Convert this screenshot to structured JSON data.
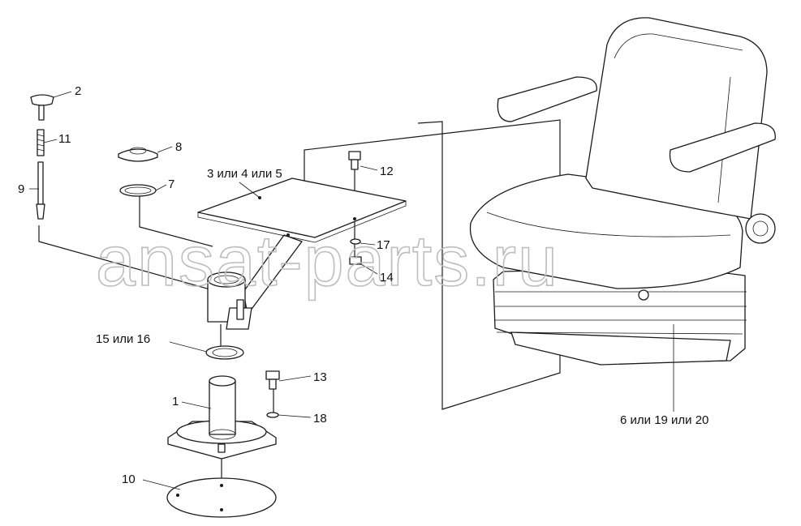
{
  "watermark": "ansat-parts.ru",
  "callouts": [
    {
      "id": "c1",
      "text": "1"
    },
    {
      "id": "c2",
      "text": "2"
    },
    {
      "id": "c3",
      "text": "3 или 4 или 5"
    },
    {
      "id": "c6",
      "text": "6 или 19 или 20"
    },
    {
      "id": "c7",
      "text": "7"
    },
    {
      "id": "c8",
      "text": "8"
    },
    {
      "id": "c9",
      "text": "9"
    },
    {
      "id": "c10",
      "text": "10"
    },
    {
      "id": "c11",
      "text": "11"
    },
    {
      "id": "c12",
      "text": "12"
    },
    {
      "id": "c13",
      "text": "13"
    },
    {
      "id": "c14",
      "text": "14"
    },
    {
      "id": "c15",
      "text": "15 или 16"
    },
    {
      "id": "c17",
      "text": "17"
    },
    {
      "id": "c18",
      "text": "18"
    }
  ],
  "colors": {
    "line": "#1a1a1a",
    "watermark": "#bdbdbd",
    "background": "#ffffff"
  }
}
